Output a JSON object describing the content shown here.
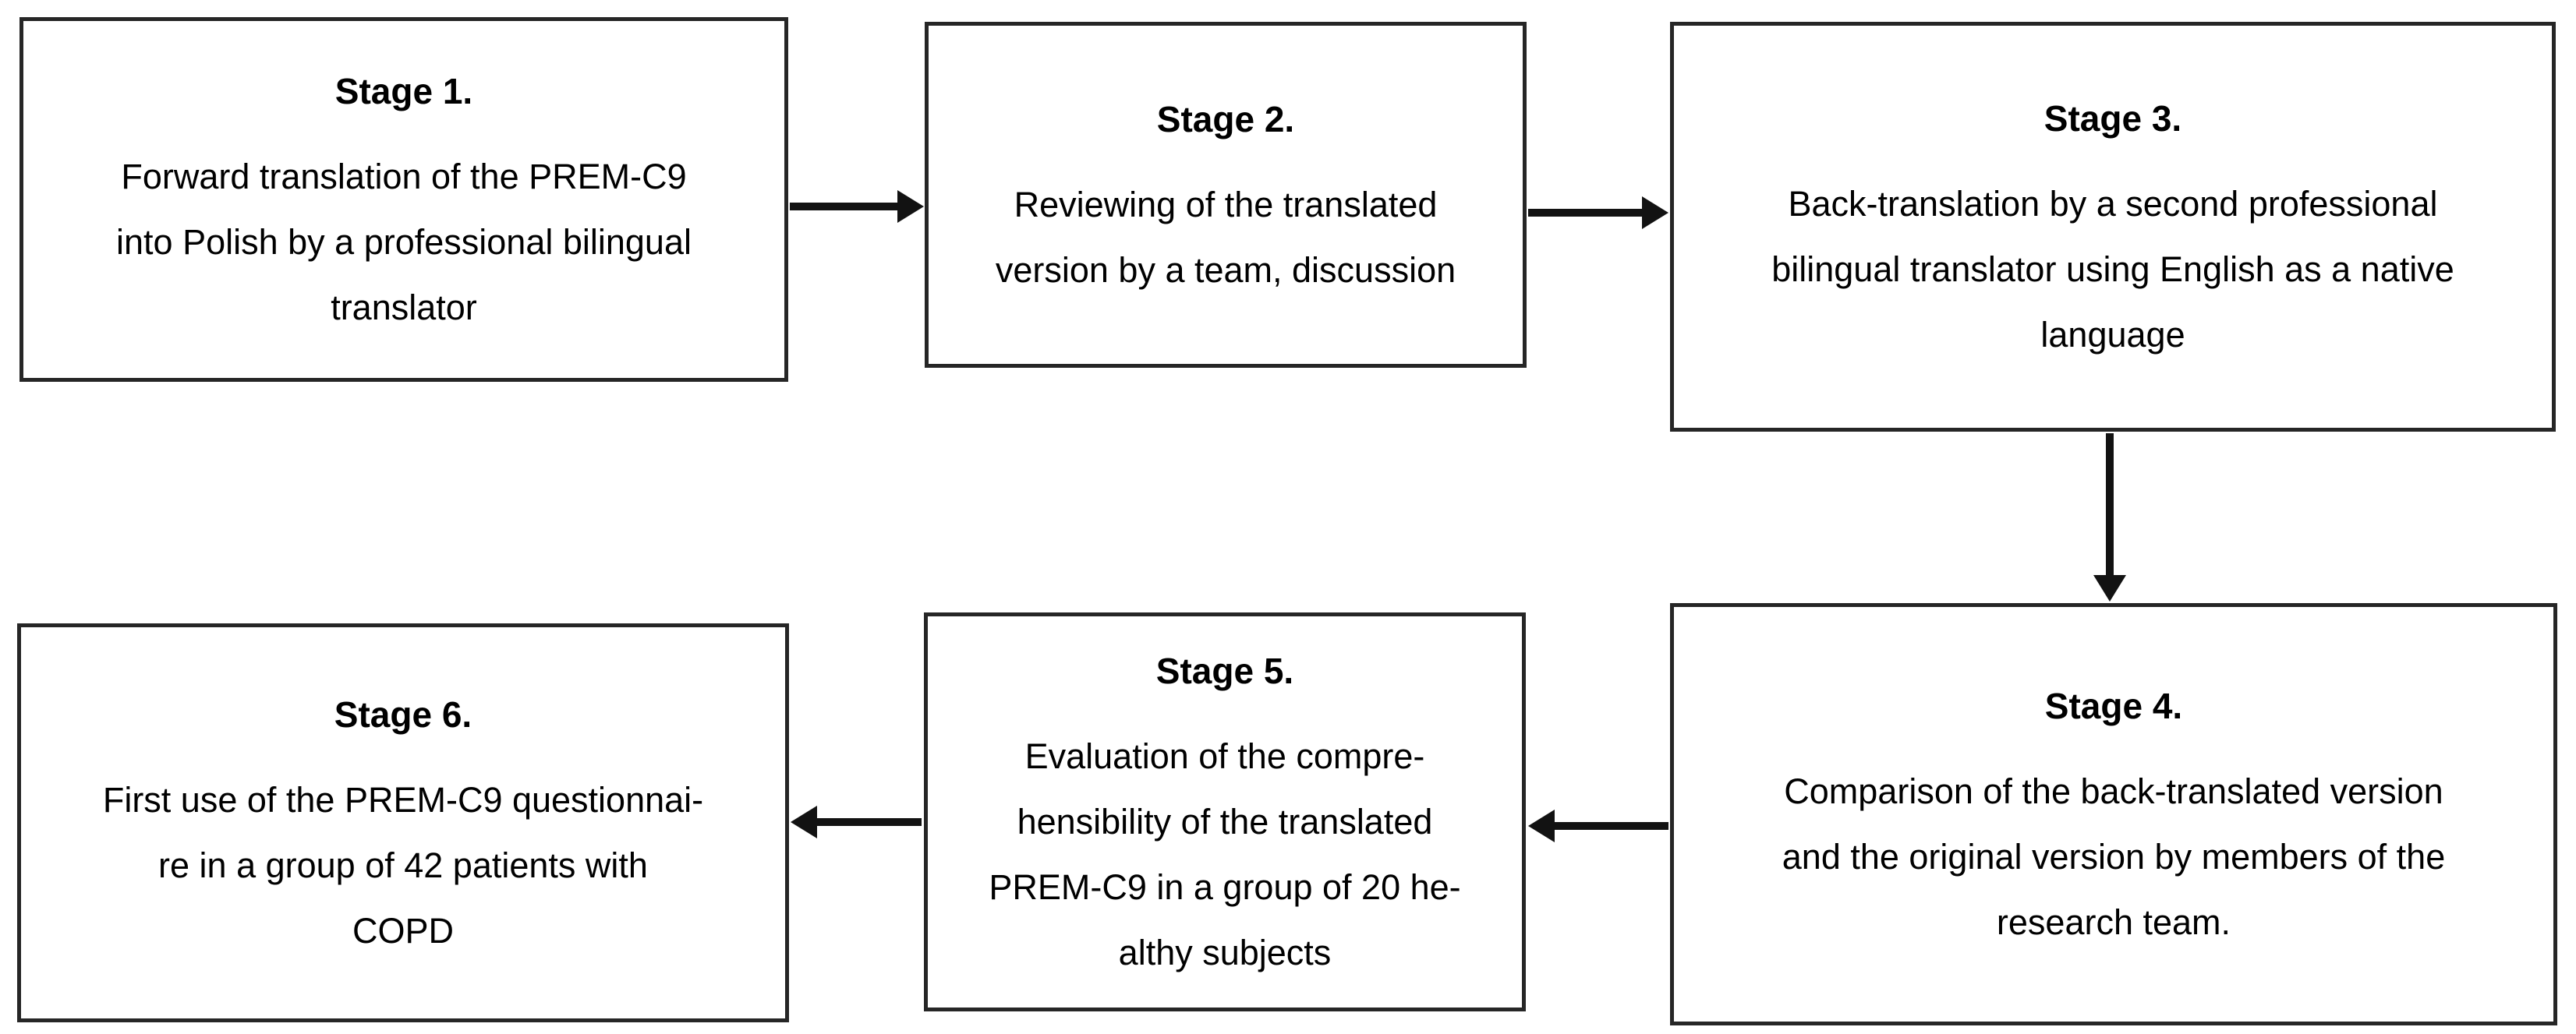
{
  "theme": {
    "background": "#ffffff",
    "border_color": "#262626",
    "arrow_color": "#121212",
    "text_color": "#000000"
  },
  "figure": {
    "description_of_content": "Six-stage flowchart of the PREM-C9 questionnaire translation process"
  },
  "stages": [
    {
      "id": "stage-1",
      "title": "Stage 1.",
      "body_lines": [
        "Forward translation of the PREM-C9",
        "into Polish by a professional bilingual",
        "translator"
      ]
    },
    {
      "id": "stage-2",
      "title": "Stage 2.",
      "body_lines": [
        "Reviewing of the translated",
        "version by a team, discussion"
      ]
    },
    {
      "id": "stage-3",
      "title": "Stage 3.",
      "body_lines": [
        "Back-translation by a second professional",
        "bilingual translator using English as a native",
        "language"
      ]
    },
    {
      "id": "stage-4",
      "title": "Stage 4.",
      "body_lines": [
        "Comparison of the back-translated version",
        "and the original version by members of the",
        "research team."
      ]
    },
    {
      "id": "stage-5",
      "title": "Stage 5.",
      "body_lines": [
        "Evaluation of the compre-",
        "hensibility of the translated",
        "PREM-C9 in a group of 20 he-",
        "althy subjects"
      ]
    },
    {
      "id": "stage-6",
      "title": "Stage 6.",
      "body_lines": [
        "First use of the PREM-C9 questionnai-",
        "re in a group of 42 patients with",
        "COPD"
      ]
    }
  ],
  "arrows": [
    {
      "from": "Stage 1",
      "to": "Stage 2",
      "direction": "right"
    },
    {
      "from": "Stage 2",
      "to": "Stage 3",
      "direction": "right"
    },
    {
      "from": "Stage 3",
      "to": "Stage 4",
      "direction": "down"
    },
    {
      "from": "Stage 4",
      "to": "Stage 5",
      "direction": "left"
    },
    {
      "from": "Stage 5",
      "to": "Stage 6",
      "direction": "left"
    }
  ]
}
